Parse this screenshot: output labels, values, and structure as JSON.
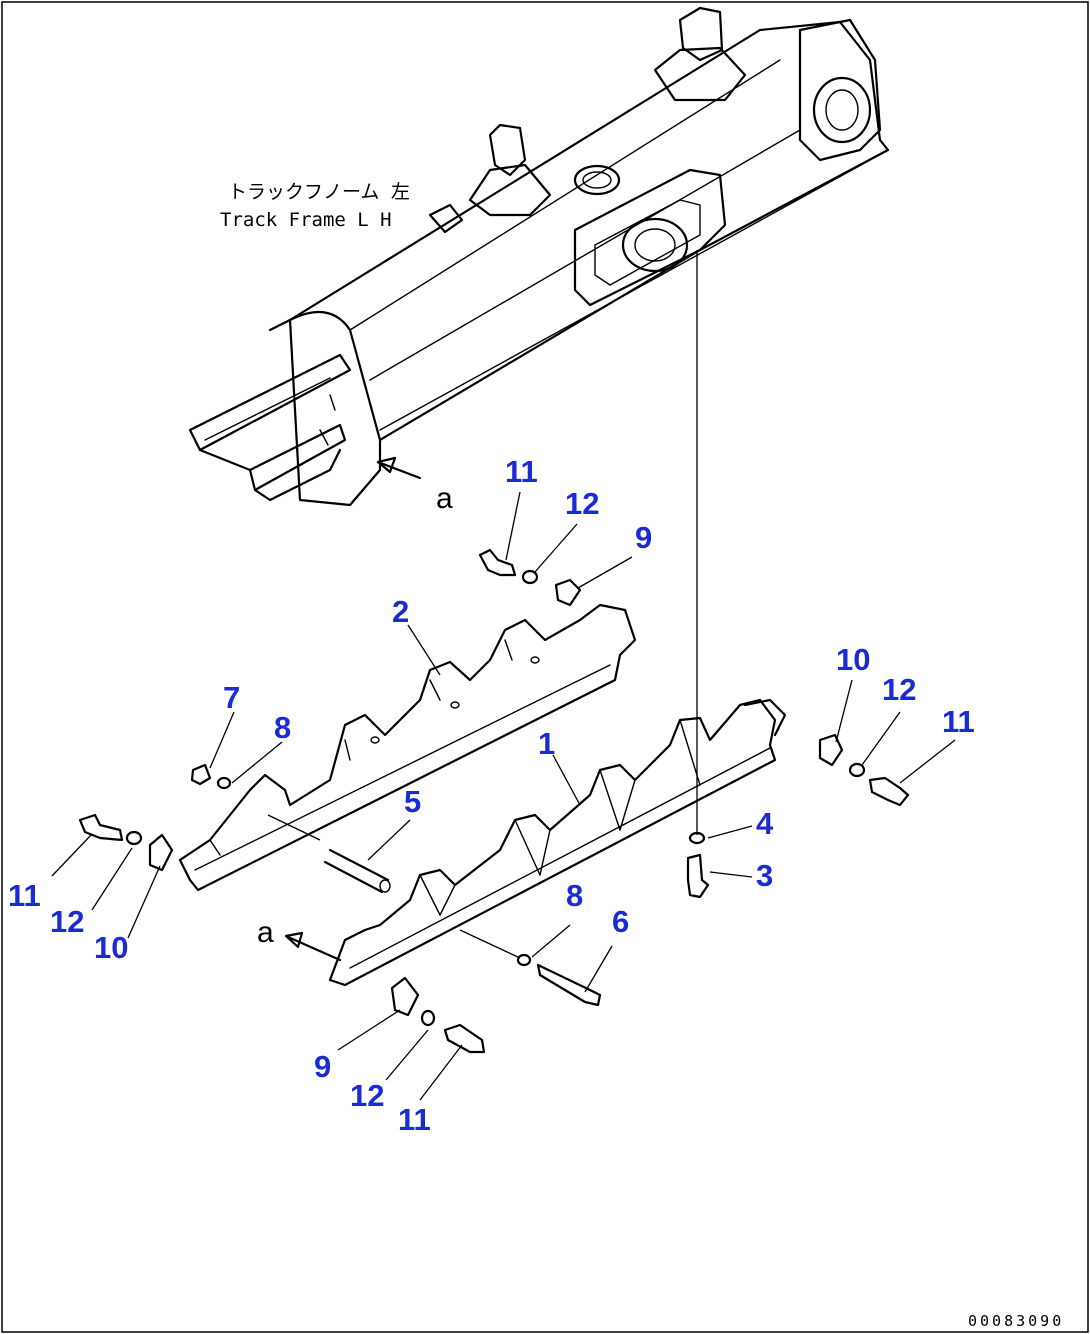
{
  "labels": {
    "frame_jp": "トラックフノーム 左",
    "frame_en": "Track Frame L H",
    "view_a_top": "a",
    "view_a_bottom": "a",
    "drawing_no": "00083090"
  },
  "callouts": [
    {
      "id": "c11-top",
      "text": "11"
    },
    {
      "id": "c12-top",
      "text": "12"
    },
    {
      "id": "c9-top",
      "text": "9"
    },
    {
      "id": "c2",
      "text": "2"
    },
    {
      "id": "c7",
      "text": "7"
    },
    {
      "id": "c8-left",
      "text": "8"
    },
    {
      "id": "c1",
      "text": "1"
    },
    {
      "id": "c5",
      "text": "5"
    },
    {
      "id": "c10-right",
      "text": "10"
    },
    {
      "id": "c12-right",
      "text": "12"
    },
    {
      "id": "c11-right",
      "text": "11"
    },
    {
      "id": "c4",
      "text": "4"
    },
    {
      "id": "c3",
      "text": "3"
    },
    {
      "id": "c11-left",
      "text": "11"
    },
    {
      "id": "c12-left",
      "text": "12"
    },
    {
      "id": "c10-left",
      "text": "10"
    },
    {
      "id": "c8-mid",
      "text": "8"
    },
    {
      "id": "c6",
      "text": "6"
    },
    {
      "id": "c9-bottom",
      "text": "9"
    },
    {
      "id": "c12-bottom",
      "text": "12"
    },
    {
      "id": "c11-bottom",
      "text": "11"
    }
  ]
}
